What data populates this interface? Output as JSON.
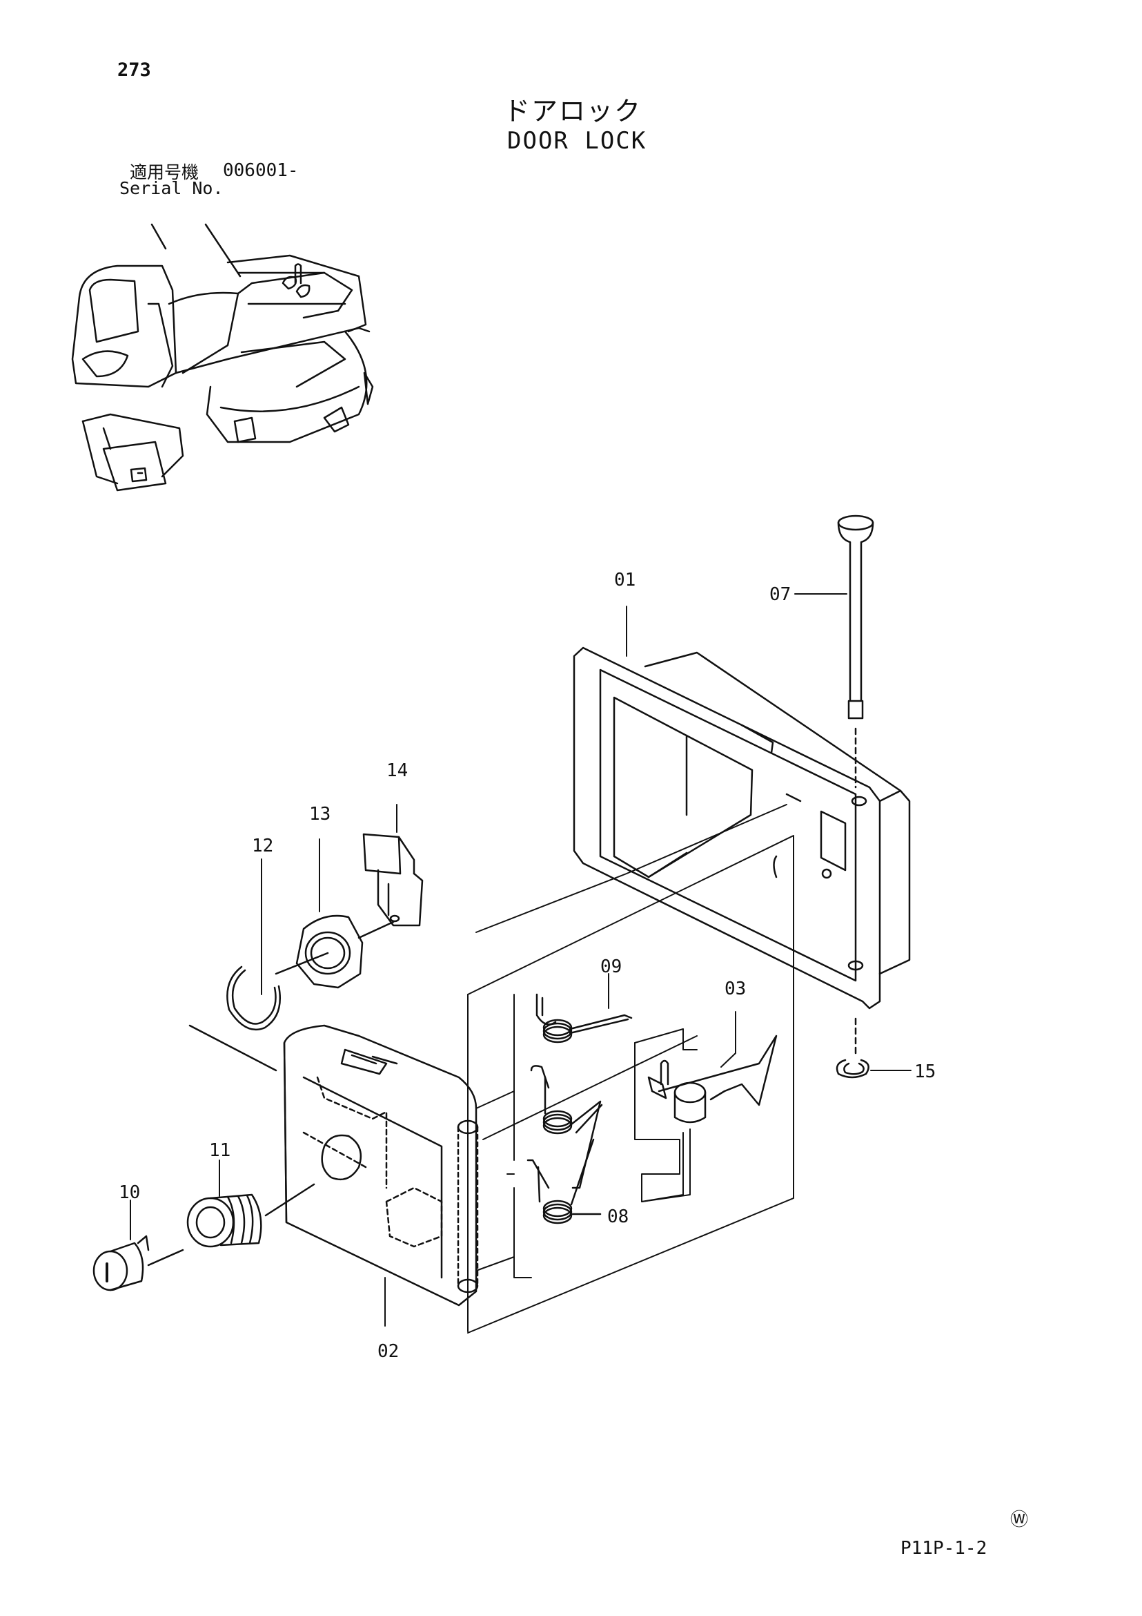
{
  "header": {
    "page_number": "273",
    "title_jp": "ドアロック",
    "title_en": "DOOR LOCK",
    "serial_label_jp": "適用号機",
    "serial_number": "006001-",
    "serial_label_en": "Serial No."
  },
  "callouts": [
    "01",
    "02",
    "03",
    "07",
    "08",
    "09",
    "10",
    "11",
    "12",
    "13",
    "14",
    "15"
  ],
  "footer": {
    "mark": "Ⓦ",
    "code": "P11P-1-2"
  }
}
